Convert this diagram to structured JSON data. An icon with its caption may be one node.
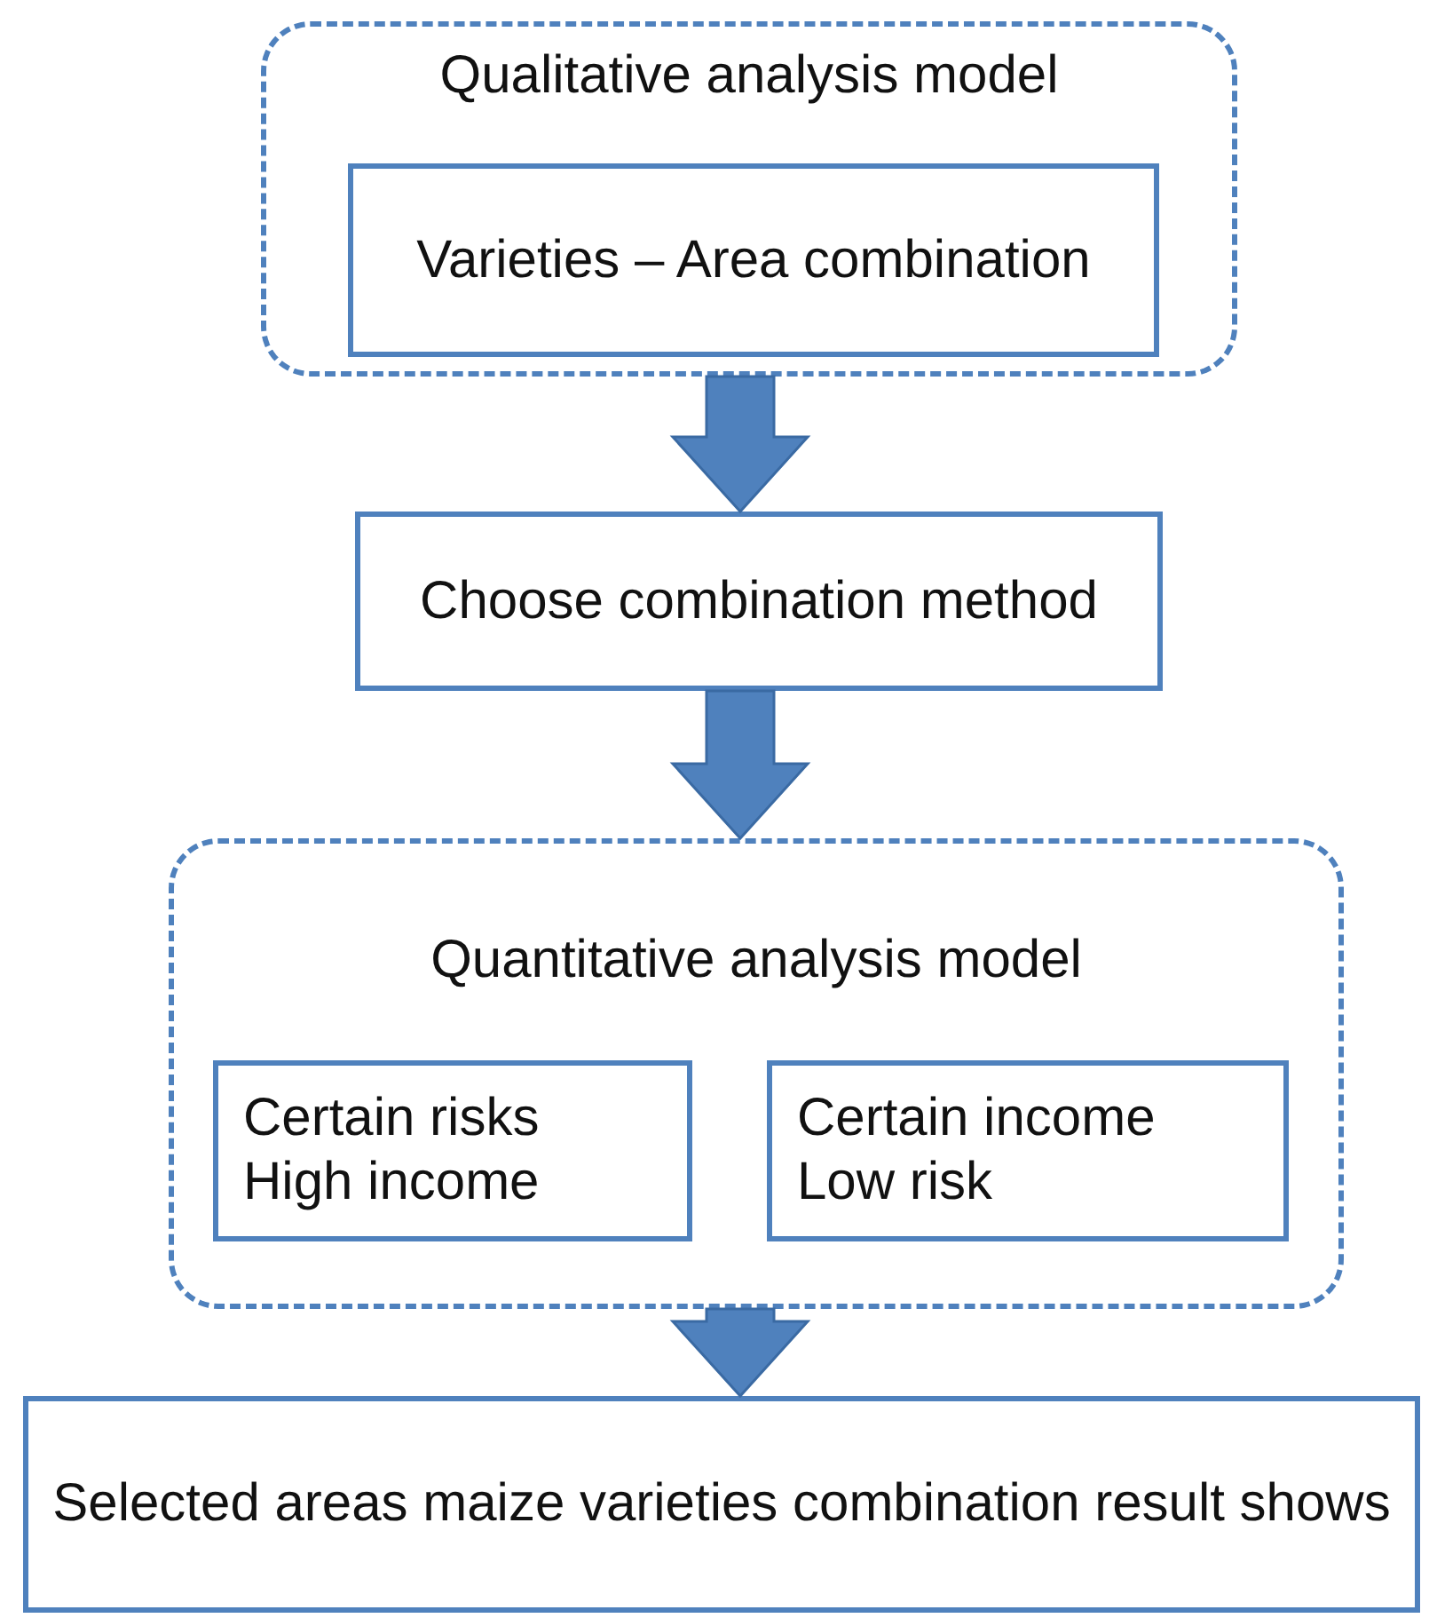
{
  "diagram": {
    "nodes": [
      {
        "text": [
          "Qualitative analysis model"
        ]
      },
      {
        "text": [
          "Varieties – Area combination"
        ],
        "in": 0
      },
      {
        "text": [
          "Choose combination method"
        ]
      },
      {
        "text": [
          "Quantitative analysis model"
        ]
      },
      {
        "text": [
          "Certain risks",
          "High income"
        ],
        "in": 3
      },
      {
        "text": [
          "Certain income",
          "Low risk"
        ],
        "in": 3
      },
      {
        "text": [
          "Selected areas maize varieties combination result shows"
        ]
      }
    ],
    "edges": [
      {
        "from": 0,
        "to": 2,
        "arrow": "to"
      },
      {
        "from": 2,
        "to": 3,
        "arrow": "to"
      },
      {
        "from": 3,
        "to": 6,
        "arrow": "to"
      }
    ]
  }
}
